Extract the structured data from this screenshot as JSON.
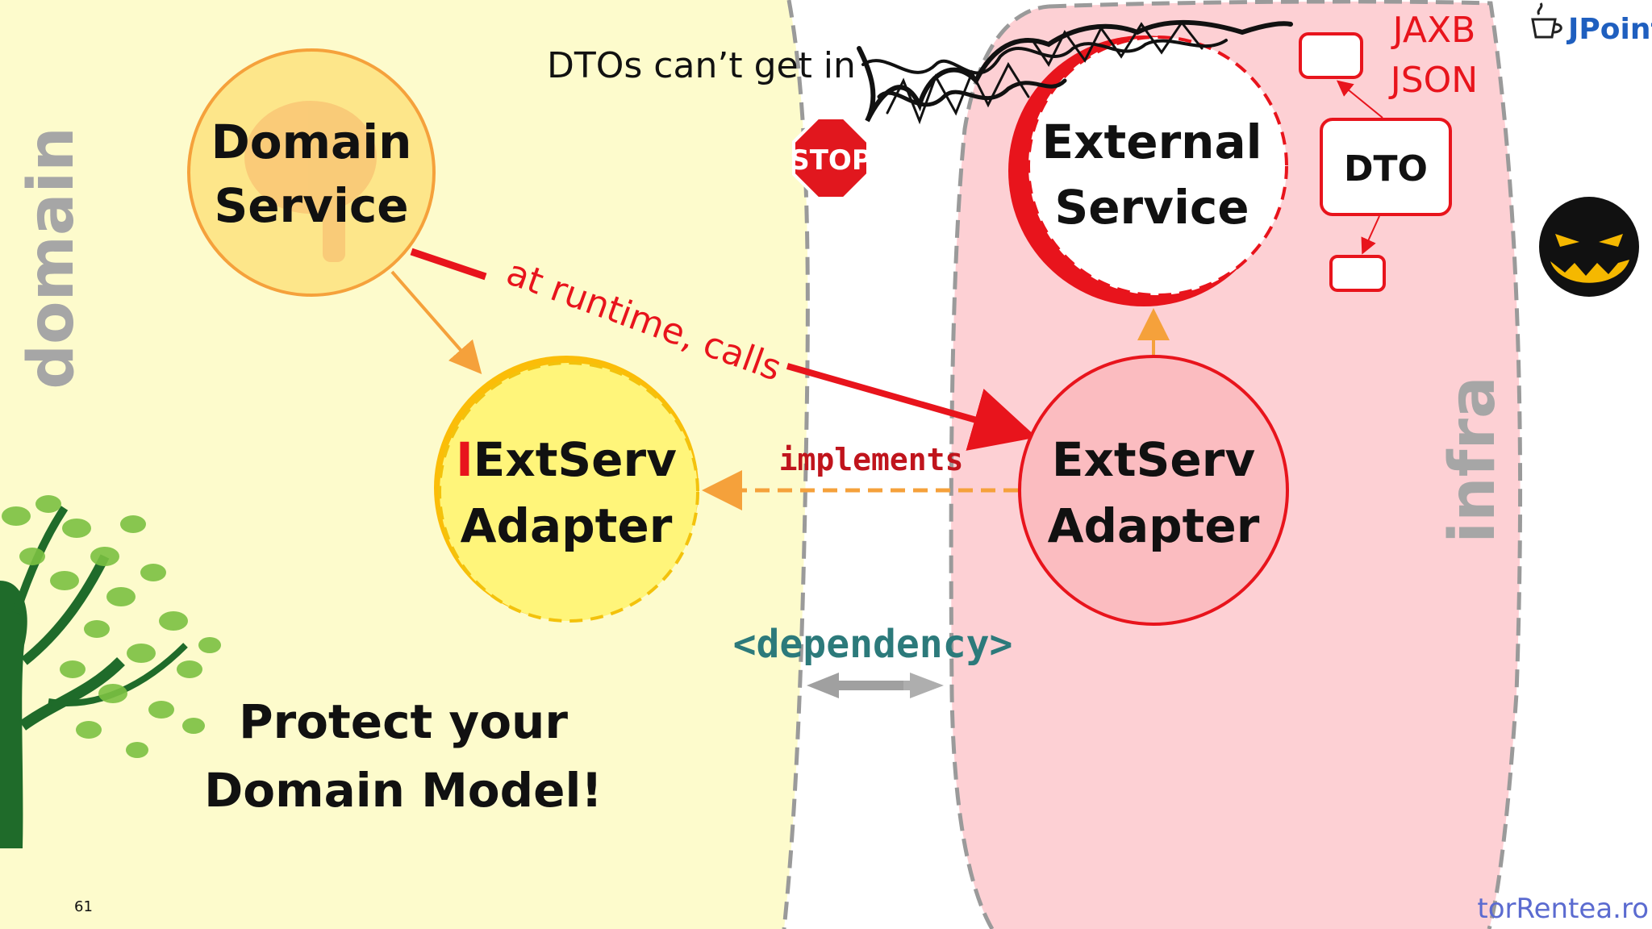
{
  "slide": {
    "number": "61",
    "footer_site": "torRentea.ro",
    "brand": "JPoint",
    "zones": {
      "domain": "domain",
      "infra": "infra"
    },
    "nodes": {
      "domain_service": [
        "Domain",
        "Service"
      ],
      "iext_prefix": "I",
      "iext_adapter": [
        "ExtServ",
        "Adapter"
      ],
      "ext_adapter": [
        "ExtServ",
        "Adapter"
      ],
      "external_service": [
        "External",
        "Service"
      ],
      "dto": "DTO"
    },
    "edges": {
      "runtime_calls": "at runtime, calls",
      "implements": "implements",
      "dependency": "<dependency>"
    },
    "formats": {
      "jaxb": "JAXB",
      "json": "JSON"
    },
    "stop_sign": "STOP",
    "dtos_note": "DTOs can’t get in",
    "tagline": [
      "Protect your",
      "Domain Model!"
    ]
  },
  "colors": {
    "domain_bg": "#fdfbcc",
    "infra_bg": "#fdd0d4",
    "accent_red": "#e8141c",
    "accent_orange": "#f5a13b",
    "dependency_teal": "#2c7a7b",
    "zone_label_gray": "#a6a6a6",
    "brand_blue": "#1f5fbf"
  }
}
